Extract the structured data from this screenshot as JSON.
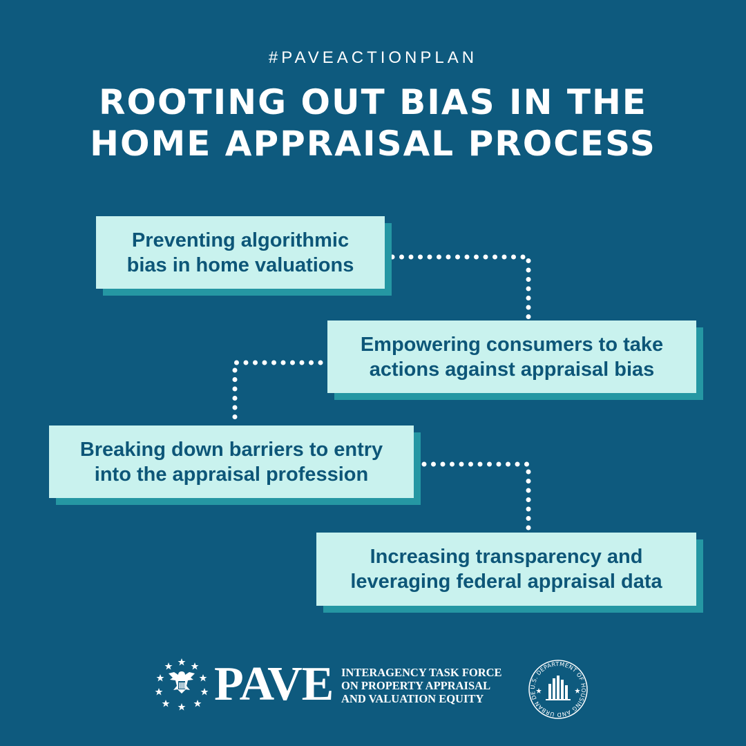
{
  "header": {
    "hashtag": "#PAVEACTIONPLAN",
    "title_line1": "Rooting out bias in the",
    "title_line2": "home appraisal process"
  },
  "items": [
    {
      "line1": "Preventing algorithmic",
      "line2": "bias in home valuations"
    },
    {
      "line1": "Empowering consumers to take",
      "line2": "actions against appraisal bias"
    },
    {
      "line1": "Breaking down barriers to entry",
      "line2": "into the appraisal profession"
    },
    {
      "line1": "Increasing transparency and",
      "line2": "leveraging federal appraisal data"
    }
  ],
  "footer": {
    "logo_text": "PAVE",
    "taskforce_line1": "INTERAGENCY TASK FORCE",
    "taskforce_line2": "ON PROPERTY APPRAISAL",
    "taskforce_line3": "AND VALUATION EQUITY",
    "hud_seal_text": "U.S. DEPARTMENT OF HOUSING AND URBAN DEVELOPMENT",
    "seal_icon": "presidential-seal-icon",
    "hud_icon": "hud-seal-icon"
  },
  "colors": {
    "background": "#0e5a7e",
    "card_face": "#c9f2ee",
    "card_shadow": "#2597a3",
    "card_text": "#0d5678",
    "white": "#ffffff"
  }
}
